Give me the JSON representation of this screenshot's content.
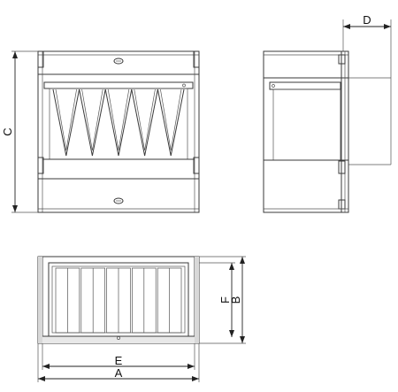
{
  "dimension_labels": {
    "a": "A",
    "b": "B",
    "c": "C",
    "d": "D",
    "e": "E",
    "f": "F"
  },
  "views": {
    "front": {
      "pleat_count": 5
    },
    "top": {
      "panel_count": 5
    }
  }
}
